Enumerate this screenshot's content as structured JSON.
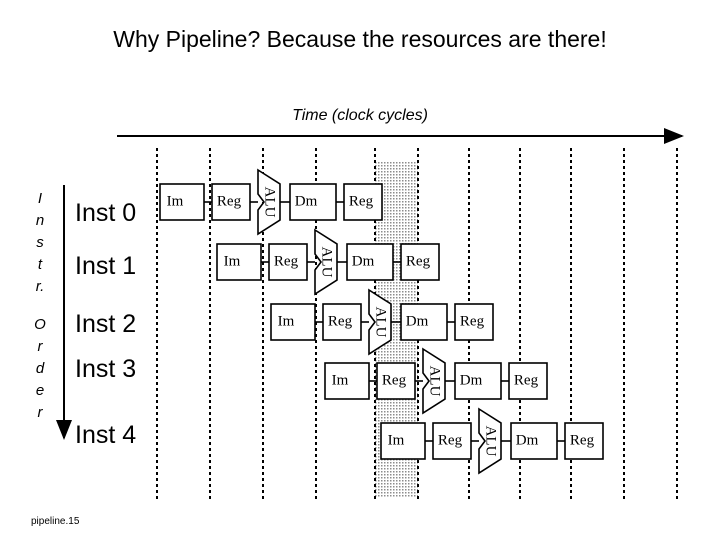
{
  "title": "Why Pipeline? Because the resources are there!",
  "time_axis_label": "Time (clock cycles)",
  "order_label": [
    "I",
    "n",
    "s",
    "t",
    "r.",
    "O",
    "r",
    "d",
    "e",
    "r"
  ],
  "instructions": [
    "Inst 0",
    "Inst 1",
    "Inst 2",
    "Inst 3",
    "Inst 4"
  ],
  "stages": {
    "instruction_memory": "Im",
    "register_read": "Reg",
    "alu": "ALU",
    "data_memory": "Dm",
    "register_write": "Reg"
  },
  "footer": "pipeline.15",
  "colors": {
    "ink": "#000000",
    "highlight_column": "#d9d9d9",
    "background": "#ffffff"
  }
}
